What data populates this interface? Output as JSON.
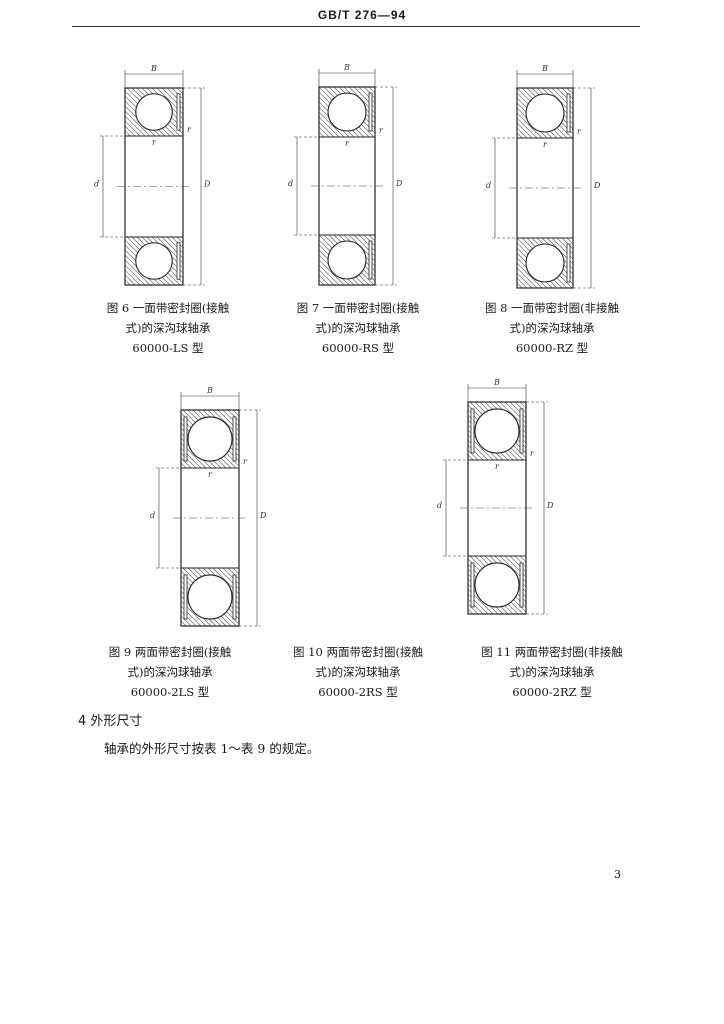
{
  "header": {
    "code": "GB/T  276—94"
  },
  "figures": [
    {
      "id": "fig6",
      "line1": "图 6  一面带密封圈(接触",
      "line2": "式)的深沟球轴承",
      "line3": "60000-LS 型"
    },
    {
      "id": "fig7",
      "line1": "图 7  一面带密封圈(接触",
      "line2": "式)的深沟球轴承",
      "line3": "60000-RS 型"
    },
    {
      "id": "fig8",
      "line1": "图 8  一面带密封圈(非接触",
      "line2": "式)的深沟球轴承",
      "line3": "60000-RZ 型"
    },
    {
      "id": "fig9",
      "line1": "图 9  两面带密封圈(接触",
      "line2": "式)的深沟球轴承",
      "line3": "60000-2LS 型"
    },
    {
      "id": "fig10",
      "line1": "图 10  两面带密封圈(接触",
      "line2": "式)的深沟球轴承",
      "line3": "60000-2RS 型"
    },
    {
      "id": "fig11",
      "line1": "图 11  两面带密封圈(非接触",
      "line2": "式)的深沟球轴承",
      "line3": "60000-2RZ 型"
    }
  ],
  "dimension_labels": {
    "width": "B",
    "bore": "d",
    "outer": "D",
    "chamfer": "r"
  },
  "section": {
    "title": "4  外形尺寸",
    "body": "轴承的外形尺寸按表 1～表 9 的规定。"
  },
  "page_number": "3"
}
